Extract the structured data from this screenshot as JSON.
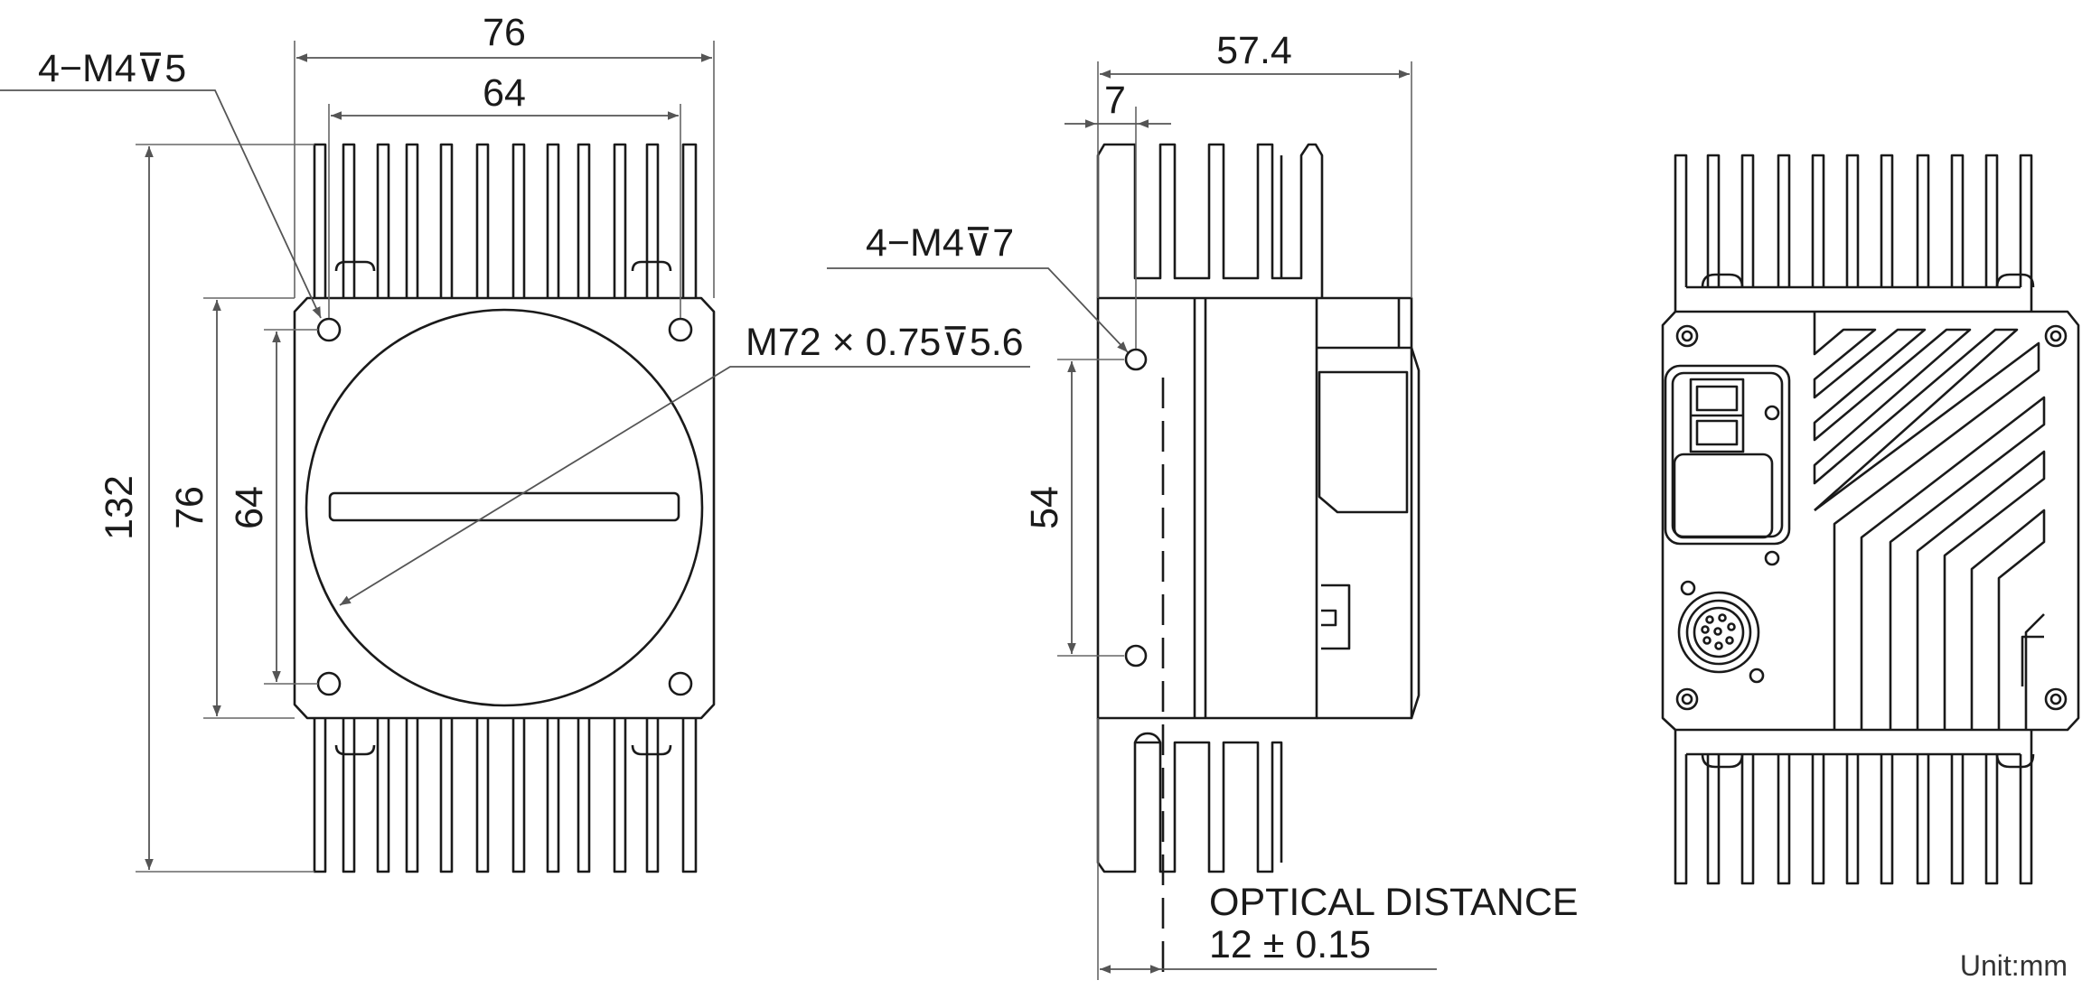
{
  "front_view": {
    "dim_width_outer": "76",
    "dim_width_holes": "64",
    "dim_height_total": "132",
    "dim_height_body": "76",
    "dim_height_holes": "64",
    "callout_holes": "4−M4⊽5",
    "callout_mount": "M72 × 0.75⊽5.6"
  },
  "side_view": {
    "dim_depth": "57.4",
    "dim_hole_offset": "7",
    "dim_hole_spacing": "54",
    "callout_holes": "4−M4⊽7",
    "optical_title": "OPTICAL DISTANCE",
    "optical_value": "12 ± 0.15"
  },
  "unit_label": "Unit:mm",
  "line_color": "#1a1a1a"
}
